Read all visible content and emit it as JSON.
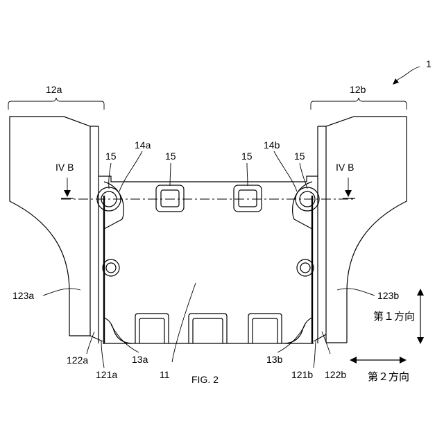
{
  "figure": {
    "caption": "FIG. 2",
    "overall_ref": "1"
  },
  "labels": {
    "bracket_left": "12a",
    "bracket_right": "12b",
    "section_left": "IV B",
    "section_right": "IV B",
    "rib_left": "15",
    "rib_mid_left": "15",
    "rib_mid_right": "15",
    "rib_right": "15",
    "part_14a": "14a",
    "part_14b": "14b",
    "part_123a": "123a",
    "part_123b": "123b",
    "part_122a": "122a",
    "part_121a": "121a",
    "part_13a": "13a",
    "part_11": "11",
    "part_13b": "13b",
    "part_121b": "121b",
    "part_122b": "122b"
  },
  "directions": {
    "first": "第１方向",
    "second": "第２方向"
  }
}
